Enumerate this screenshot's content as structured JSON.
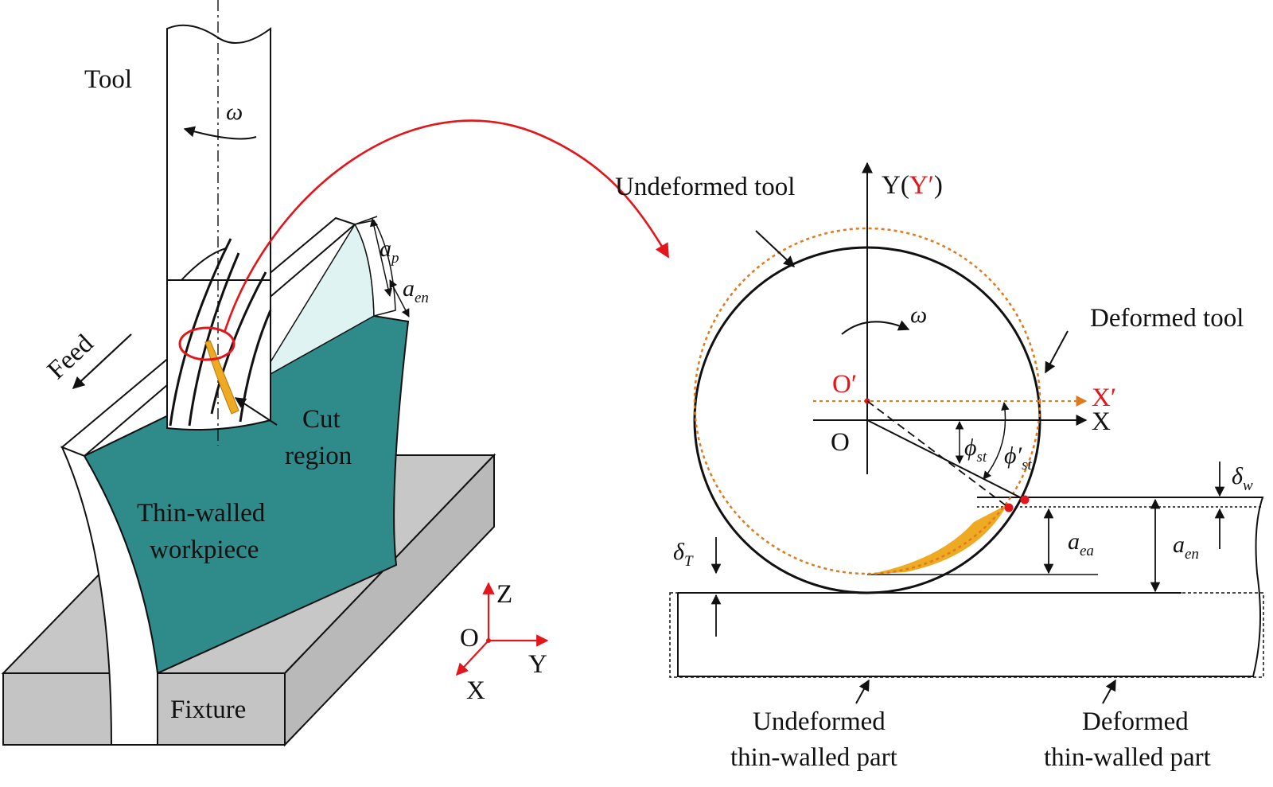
{
  "left_figure": {
    "tool_label": "Tool",
    "omega": "ω",
    "feed_label": "Feed",
    "ap_main": "a",
    "ap_sub": "p",
    "aen_main": "a",
    "aen_sub": "en",
    "cut_region_line1": "Cut",
    "cut_region_line2": "region",
    "workpiece_line1": "Thin-walled",
    "workpiece_line2": "workpiece",
    "fixture_label": "Fixture",
    "axes": {
      "origin": "O",
      "z": "Z",
      "y": "Y",
      "x": "X"
    }
  },
  "right_figure": {
    "undeformed_tool_label": "Undeformed tool",
    "deformed_tool_label": "Deformed tool",
    "y_axis_prefix": "Y(",
    "y_axis_prime": "Y′",
    "y_axis_suffix": ")",
    "x_axis": "X",
    "x_prime_axis": "X′",
    "origin": "O",
    "origin_prime": "O′",
    "omega": "ω",
    "phi_st_main": "ϕ",
    "phi_st_sub": "st",
    "phi_st_prime_main": "ϕ′",
    "phi_st_prime_sub": "st",
    "delta_w_main": "δ",
    "delta_w_sub": "w",
    "delta_t_main": "δ",
    "delta_t_sub": "T",
    "aea_main": "a",
    "aea_sub": "ea",
    "aen_main": "a",
    "aen_sub": "en",
    "undeformed_part_line1": "Undeformed",
    "undeformed_part_line2": "thin-walled part",
    "deformed_part_line1": "Deformed",
    "deformed_part_line2": "thin-walled part"
  },
  "colors": {
    "teal": "#2f8a8a",
    "light_teal": "#dff3f2",
    "fixture_gray": "#c7c7c7",
    "red": "#e3161b",
    "orange": "#e07a1f",
    "cut_yellow": "#eeaa22"
  }
}
